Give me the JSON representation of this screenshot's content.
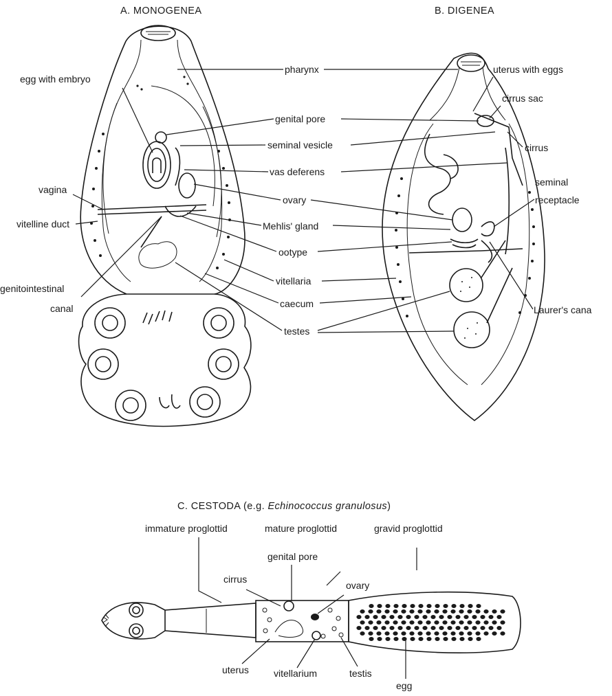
{
  "panel_a": {
    "title": "A.  MONOGENEA",
    "labels": {
      "egg_with_embryo": "egg with embryo",
      "vagina": "vagina",
      "vitelline_duct": "vitelline duct",
      "genitointestinal": "genitointestinal",
      "canal": "canal"
    }
  },
  "panel_b": {
    "title": "B.  DIGENEA",
    "labels": {
      "uterus_with_eggs": "uterus with eggs",
      "cirrus_sac": "cirrus sac",
      "cirrus": "cirrus",
      "seminal": "seminal",
      "receptacle": "receptacle",
      "laurers_canal": "Laurer's cana"
    }
  },
  "shared_labels": {
    "pharynx": "pharynx",
    "genital_pore": "genital pore",
    "seminal_vesicle": "seminal vesicle",
    "vas_deferens": "vas deferens",
    "ovary": "ovary",
    "mehlis_gland": "Mehlis' gland",
    "ootype": "ootype",
    "vitellaria": "vitellaria",
    "caecum": "caecum",
    "testes": "testes"
  },
  "panel_c": {
    "title_prefix": "C.  CESTODA (e.g. ",
    "title_species": "Echinococcus granulosus",
    "title_suffix": ")",
    "labels": {
      "immature_proglottid": "immature proglottid",
      "mature_proglottid": "mature proglottid",
      "gravid_proglottid": "gravid proglottid",
      "genital_pore": "genital pore",
      "cirrus": "cirrus",
      "ovary": "ovary",
      "uterus": "uterus",
      "vitellarium": "vitellarium",
      "testis": "testis",
      "egg": "egg"
    }
  }
}
